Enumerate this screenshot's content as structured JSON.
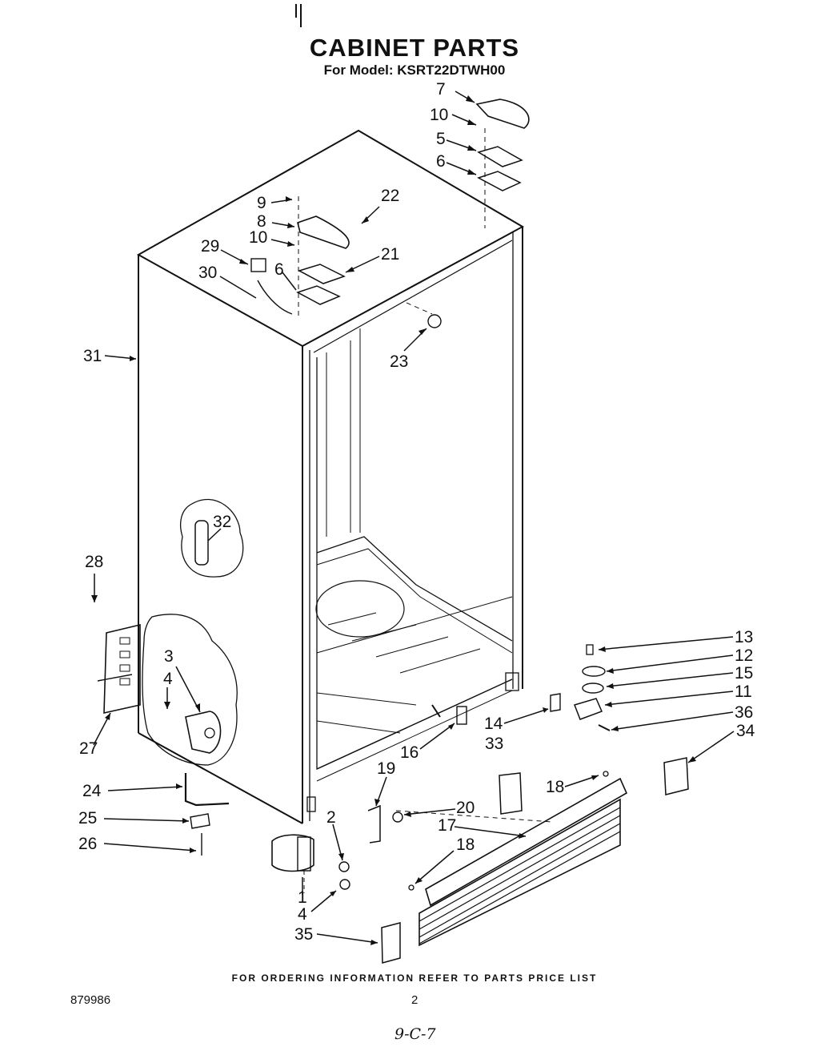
{
  "title": "CABINET PARTS",
  "subtitle": "For Model: KSRT22DTWH00",
  "footer": "FOR ORDERING INFORMATION REFER TO PARTS PRICE LIST",
  "doc_number": "879986",
  "page_number": "2",
  "handwritten_note": "9-C-7",
  "callouts": [
    "7",
    "10",
    "5",
    "6",
    "9",
    "22",
    "8",
    "10",
    "29",
    "21",
    "30",
    "6",
    "23",
    "31",
    "32",
    "28",
    "13",
    "12",
    "15",
    "11",
    "3",
    "4",
    "36",
    "14",
    "34",
    "27",
    "16",
    "33",
    "19",
    "18",
    "24",
    "20",
    "25",
    "2",
    "17",
    "26",
    "18",
    "1",
    "4",
    "35"
  ]
}
